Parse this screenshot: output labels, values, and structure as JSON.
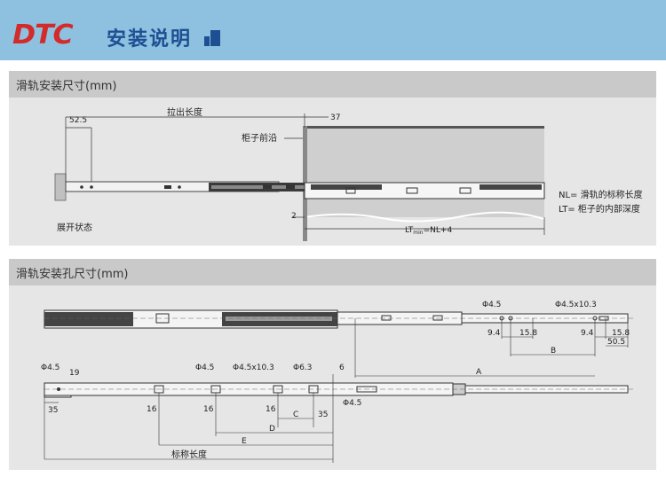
{
  "header": {
    "logo": "DTC",
    "title": "安装说明"
  },
  "section1": {
    "title": "滑轨安装尺寸(mm)",
    "labels": {
      "dim_52_5": "52.5",
      "pull_out": "拉出长度",
      "dim_37": "37",
      "cabinet_front": "柜子前沿",
      "dim_2": "2",
      "extended_state": "展开状态",
      "lt_formula_prefix": "LT",
      "lt_formula_sub": "min",
      "lt_formula_suffix": "=NL+4",
      "legend_nl": "NL=  滑轨的标称长度",
      "legend_lt": "LT=  柜子的内部深度"
    }
  },
  "section2": {
    "title": "滑轨安装孔尺寸(mm)",
    "labels": {
      "phi45_a": "Φ4.5",
      "phi45x103_a": "Φ4.5x10.3",
      "d94_a": "9.4",
      "d158_a": "15.8",
      "d94_b": "9.4",
      "d158_b": "15.8",
      "d505": "50.5",
      "dim_B": "B",
      "dim_A": "A",
      "phi45_b": "Φ4.5",
      "d19": "19",
      "phi45_c": "Φ4.5",
      "phi45x103_b": "Φ4.5x10.3",
      "phi63": "Φ6.3",
      "d6": "6",
      "d35_left": "35",
      "d16_a": "16",
      "d16_b": "16",
      "d16_c": "16",
      "dim_C": "C",
      "d35_right": "35",
      "phi45_d": "Φ4.5",
      "dim_D": "D",
      "dim_E": "E",
      "nominal_length": "标称长度"
    }
  },
  "colors": {
    "header_bg": "#8ec0df",
    "logo": "#d32a2a",
    "title": "#1e4f93",
    "panel_bg": "#e6e6e6",
    "panel_header": "#c9c9c9"
  }
}
